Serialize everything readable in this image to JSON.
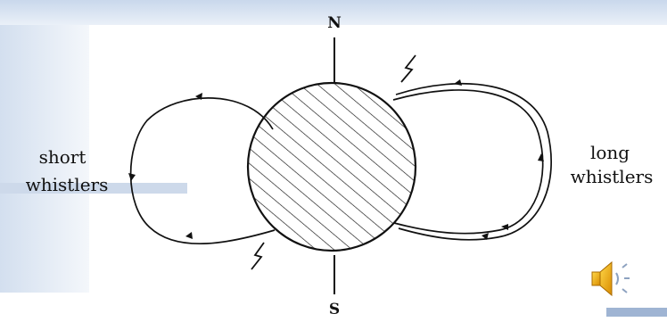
{
  "diagram": {
    "north_label": "N",
    "south_label": "S",
    "left_label_line1": "short",
    "left_label_line2": "whistlers",
    "right_label_line1": "long",
    "right_label_line2": "whistlers"
  },
  "controls": {
    "audio_icon": "speaker-icon"
  },
  "colors": {
    "slide_band": "#b9cbe3",
    "ink": "#111111",
    "speaker_body": "#f2a800"
  }
}
